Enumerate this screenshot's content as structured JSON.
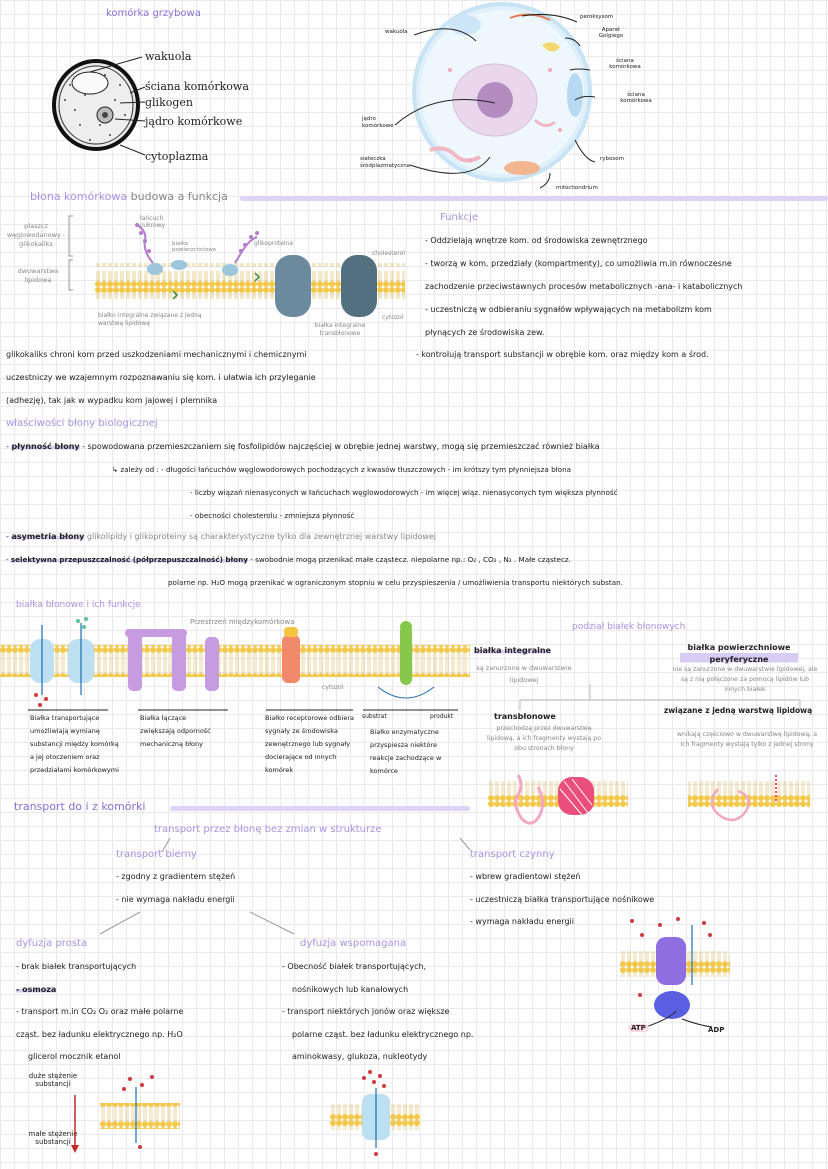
{
  "fungal": {
    "title": "komórka grzybowa",
    "labels": [
      "wakuola",
      "ściana komórkowa",
      "glikogen",
      "jądro komórkowe",
      "cytoplazma"
    ]
  },
  "animal": {
    "labels": {
      "wakuola": "wakuola",
      "peroksysom": "peroksysom",
      "golgi": "Aparat Golgiego",
      "sciana1": "ściana komórkowa",
      "sciana2": "ściana komórkowa",
      "jadro": "jądro komórkowe",
      "siateczka": "siateczka śródplazmatyczna",
      "rybosom": "rybosom",
      "mito": "mitochondrium"
    }
  },
  "membrane": {
    "title_a": "błona komórkowa",
    "title_b": "budowa a funkcja",
    "diagram_labels": {
      "plaszcz": "płaszcz węglowodanowy - glikokaliks",
      "dwuwarstwa": "dwuwarstwa lipidowa",
      "lancuch": "łańcuch cukrowy",
      "bialko_pow": "białko powierzchniowe",
      "glikoproteina": "glikoproteina",
      "cholesterol": "cholesterol",
      "bialko_int": "białko integralne związane z jedną warstwą lipidową",
      "bialka_trans": "białka integralne transbłonowe",
      "cytozol": "cytozol"
    },
    "functions_title": "Funkcje",
    "functions": [
      "- Oddzielają wnętrze kom. od środowiska zewnętrznego",
      "- tworzą w kom. przedziały (kompartmenty), co umożliwia m.in równoczesne",
      "zachodzenie przeciwstawnych procesów metabolicznych -ana- i katabolicznych",
      "- uczestniczą w odbieraniu sygnałów wpływających na metabolizm kom",
      "płynących ze środowiska zew.",
      "- kontrolują transport substancji w obrębie kom. oraz między kom a środ."
    ],
    "glycocalyx": [
      "glikokaliks chroni kom przed uszkodzeniami mechanicznymi i chemicznymi",
      "uczestniczy we wzajemnym rozpoznawaniu się kom. i ułatwia ich przyleganie",
      "(adhezję), tak jak w wypadku kom jajowej i plemnika"
    ]
  },
  "properties": {
    "title": "właściwości błony biologicznej",
    "fluid_label": "płynność błony",
    "fluid_text": "- spowodowana przemieszczaniem się fosfolipidów najczęściej w obrębie jednej warstwy, mogą się przemieszczać również białka",
    "depends": "zależy od : - długości łańcuchów węglowodorowych pochodzących z kwasów tłuszczowych - im krótszy tym płynniejsza błona",
    "dep2": "- liczby wiązań nienasyconych w łańcuchach węglowodorowych - im więcej wiąz. nienasyconych tym większa płynność",
    "dep3": "- obecności cholesterolu - zmniejsza płynność",
    "asym_label": "asymetria błony",
    "asym_text": "glikolipidy i glikoproteiny są charakterystyczne tylko dla zewnętrznej warstwy lipidowej",
    "sel_label": "selektywna przepuszczalność (półprzepuszczalność) błony",
    "sel_text": "- swobodnie mogą przenikać małe cząstecz. niepolarne np.: O₂ , CO₂ , N₂ . Małe cząstecz.",
    "sel_text2": "polarne np. H₂O mogą przenikać w ograniczonym stopniu w celu przyspieszenia / umożliwienia transportu niektórych substan."
  },
  "proteins": {
    "title": "białka błonowe i ich funkcje",
    "space": "Przestrzeń międzykomórkowa",
    "cytozol": "cytozol",
    "substrat": "substrat",
    "produkt": "produkt",
    "captions": [
      "Białka transportujące umożliwiają wymianę substancji między komórką a jej otoczeniem oraz przedziałami komórkowymi",
      "Białka łączące zwiększają odporność mechaniczną błony",
      "Białko receptorowe odbiera sygnały ze środowiska zewnętrznego lub sygnały docierające od innych komórek",
      "Białko enzymatyczne przyspiesza niektóre reakcje zachodzące w komórce"
    ],
    "division_title": "podział białek błonowych",
    "integral": "białka integralne",
    "integral_desc": "są zanurzone w dwuwarstwie lipidowej",
    "peripheral": "białka powierzchniowe peryferyczne",
    "peripheral_desc": "nie są zanurzone w dwuwarstwie lipidowej, ale są z nią połączone za pomocą lipidów lub innych białek",
    "trans": "transbłonowe",
    "trans_desc": "przechodzą przez dwuwarstwę lipidową, a ich fragmenty wystają po obu stronach błony",
    "one": "związane z jedną warstwą lipidową",
    "one_desc": "wnikają częściowo w dwuwarstwę lipidową, a ich fragmenty wystają tylko z jednej strony"
  },
  "transport": {
    "title": "transport do i z komórki",
    "sub": "transport przez błonę bez zmian w strukturze",
    "passive": "transport bierny",
    "passive_items": [
      "- zgodny z gradientem stężeń",
      "- nie wymaga nakładu energii"
    ],
    "active": "transport czynny",
    "active_items": [
      "- wbrew gradientowi stężeń",
      "- uczestniczą białka transportujące nośnikowe",
      "- wymaga nakładu energii"
    ],
    "simple": "dyfuzja prosta",
    "simple_items": [
      "- brak białek transportujących",
      "- osmoza",
      "- transport m.in CO₂ O₂ oraz małe polarne",
      "cząst. bez ładunku elektrycznego np. H₂O",
      "glicerol mocznik etanol"
    ],
    "facil": "dyfuzja wspomagana",
    "facil_items": [
      "- Obecność białek transportujących,",
      "nośnikowych lub kanałowych",
      "- transport niektórych jonów oraz większe",
      "polarne cząst. bez ładunku elektrycznego np.",
      "aminokwasy, glukoza, nukleotydy"
    ],
    "high": "duże stężenie substancji",
    "low": "małe stężenie substancji",
    "atp": "ATP",
    "adp": "ADP"
  }
}
